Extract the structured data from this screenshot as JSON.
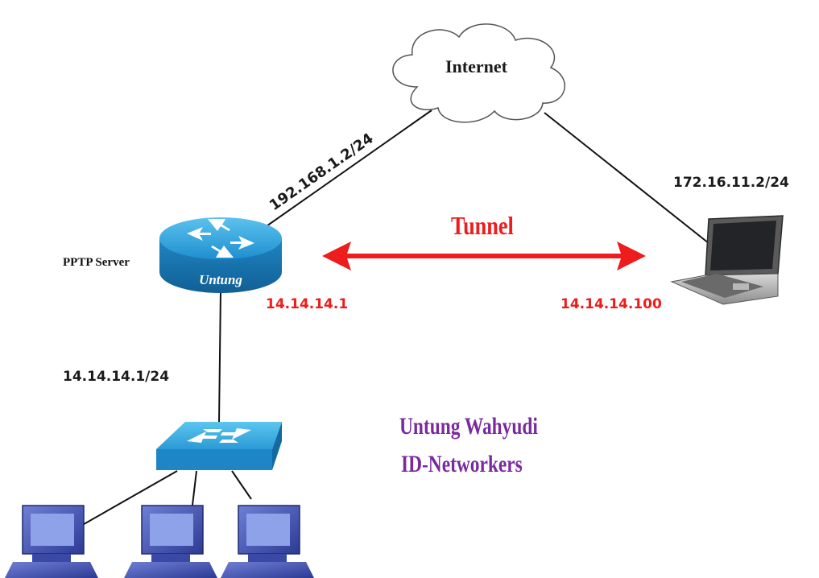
{
  "cloud": {
    "label": "Internet"
  },
  "server": {
    "role_label": "PPTP Server",
    "router_name": "Untung"
  },
  "addresses": {
    "wan": "192.168.1.2/24",
    "client": "172.16.11.2/24",
    "lan": "14.14.14.1/24",
    "tunnel_server": "14.14.14.1",
    "tunnel_client": "14.14.14.100"
  },
  "tunnel": {
    "label": "Tunnel"
  },
  "credit": {
    "author": "Untung Wahyudi",
    "org": "ID-Networkers"
  },
  "colors": {
    "tunnel_red": "#ee1c1c",
    "credit_purple": "#7a2aa0",
    "device_blue": "#1f8fc8",
    "pc_blue": "#3f4fb0"
  },
  "icons": [
    "cloud-icon",
    "router-icon",
    "switch-icon",
    "laptop-icon",
    "desktop-pc-icon"
  ]
}
